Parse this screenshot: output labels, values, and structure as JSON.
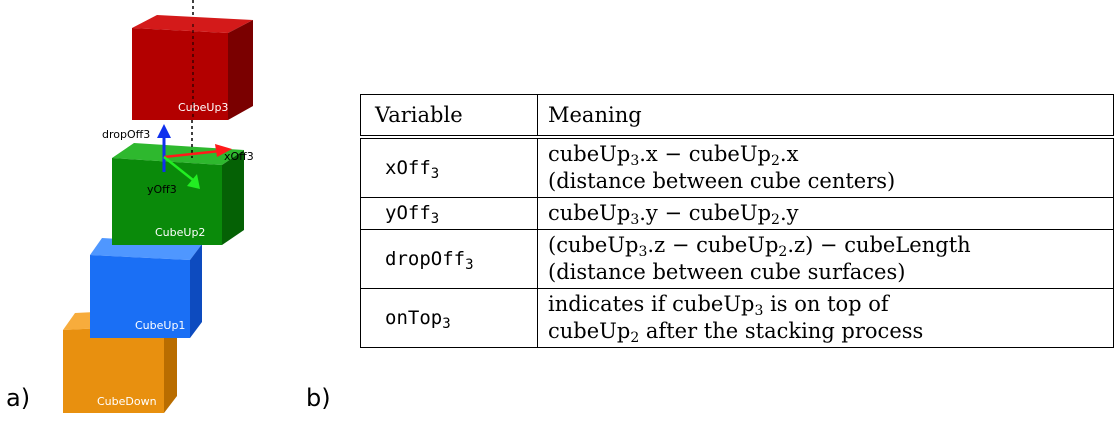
{
  "figure_a": {
    "panel_label": "a)",
    "cubes": [
      {
        "label": "CubeUp3",
        "color": "#b30000"
      },
      {
        "label": "CubeUp2",
        "color": "#0a8a0a"
      },
      {
        "label": "CubeUp1",
        "color": "#1a6ff5"
      },
      {
        "label": "CubeDown",
        "color": "#e8900f"
      }
    ],
    "axes": {
      "drop": {
        "label": "dropOff3",
        "color": "#1030ee"
      },
      "x": {
        "label": "xOff3",
        "color": "#ff1a1a"
      },
      "y": {
        "label": "yOff3",
        "color": "#22ee22"
      }
    }
  },
  "figure_b": {
    "panel_label": "b)",
    "headers": {
      "variable": "Variable",
      "meaning": "Meaning"
    },
    "rows": [
      {
        "var": "xOff",
        "sub": "3",
        "m1": {
          "pre": "cubeUp",
          "sub1": "3",
          "mid": ".x − cubeUp",
          "sub2": "2",
          "post": ".x"
        },
        "m2": "(distance between cube centers)"
      },
      {
        "var": "yOff",
        "sub": "3",
        "m1": {
          "pre": "cubeUp",
          "sub1": "3",
          "mid": ".y − cubeUp",
          "sub2": "2",
          "post": ".y"
        }
      },
      {
        "var": "dropOff",
        "sub": "3",
        "m1": {
          "pre": "(cubeUp",
          "sub1": "3",
          "mid": ".z − cubeUp",
          "sub2": "2",
          "post": ".z) − cubeLength"
        },
        "m2": "(distance between cube surfaces)"
      },
      {
        "var": "onTop",
        "sub": "3",
        "m1": {
          "pre": "indicates if cubeUp",
          "sub1": "3",
          "post": " is on top of"
        },
        "m2b": {
          "pre": "cubeUp",
          "sub1": "2",
          "post": " after the stacking process"
        }
      }
    ]
  }
}
